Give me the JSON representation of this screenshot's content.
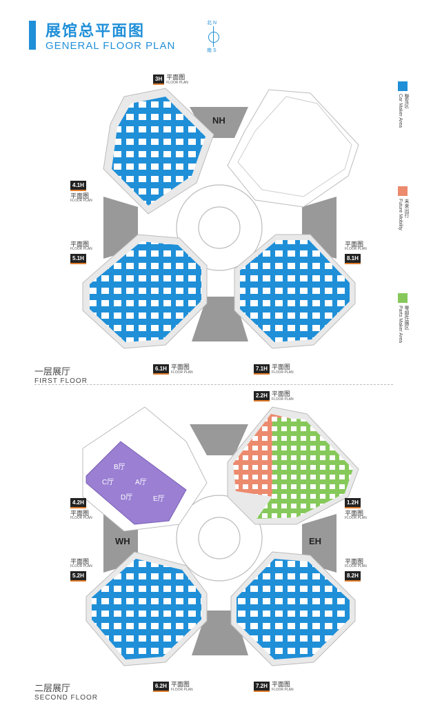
{
  "header": {
    "title_cn": "展馆总平面图",
    "title_en": "GENERAL FLOOR PLAN",
    "compass_n": "北 N",
    "compass_s": "南 S"
  },
  "legend": [
    {
      "cn": "整车区",
      "en": "Car Maker Area",
      "color": "#1f8fd8"
    },
    {
      "cn": "未来出行",
      "en": "Future Mobility",
      "color": "#ec8a6e"
    },
    {
      "cn": "零部件展区",
      "en": "Parts Maker Area",
      "color": "#86c95a"
    }
  ],
  "halls": {
    "h3": {
      "tag": "3H",
      "cn": "平面图",
      "en": "FLOOR PLAN"
    },
    "h41": {
      "tag": "4.1H",
      "cn": "平面图",
      "en": "FLOOR PLAN"
    },
    "h51": {
      "tag": "5.1H",
      "cn": "平面图",
      "en": "FLOOR PLAN"
    },
    "h61": {
      "tag": "6.1H",
      "cn": "平面图",
      "en": "FLOOR PLAN"
    },
    "h71": {
      "tag": "7.1H",
      "cn": "平面图",
      "en": "FLOOR PLAN"
    },
    "h81": {
      "tag": "8.1H",
      "cn": "平面图",
      "en": "FLOOR PLAN"
    },
    "h22": {
      "tag": "2.2H",
      "cn": "平面图",
      "en": "FLOOR PLAN"
    },
    "h42": {
      "tag": "4.2H",
      "cn": "平面图",
      "en": "FLOOR PLAN"
    },
    "h52": {
      "tag": "5.2H",
      "cn": "平面图",
      "en": "FLOOR PLAN"
    },
    "h62": {
      "tag": "6.2H",
      "cn": "平面图",
      "en": "FLOOR PLAN"
    },
    "h72": {
      "tag": "7.2H",
      "cn": "平面图",
      "en": "FLOOR PLAN"
    },
    "h82": {
      "tag": "8.2H",
      "cn": "平面图",
      "en": "FLOOR PLAN"
    },
    "h12": {
      "tag": "1.2H",
      "cn": "平面图",
      "en": "FLOOR PLAN"
    }
  },
  "floors": {
    "first": {
      "cn": "一层展厅",
      "en": "FIRST FLOOR"
    },
    "second": {
      "cn": "二层展厅",
      "en": "SECOND FLOOR"
    }
  },
  "entrances": {
    "nh": "NH",
    "wh": "WH",
    "eh": "EH"
  },
  "hall42_rooms": {
    "b": "B厅",
    "a": "A厅",
    "c": "C厅",
    "d": "D厅",
    "e": "E厅"
  }
}
